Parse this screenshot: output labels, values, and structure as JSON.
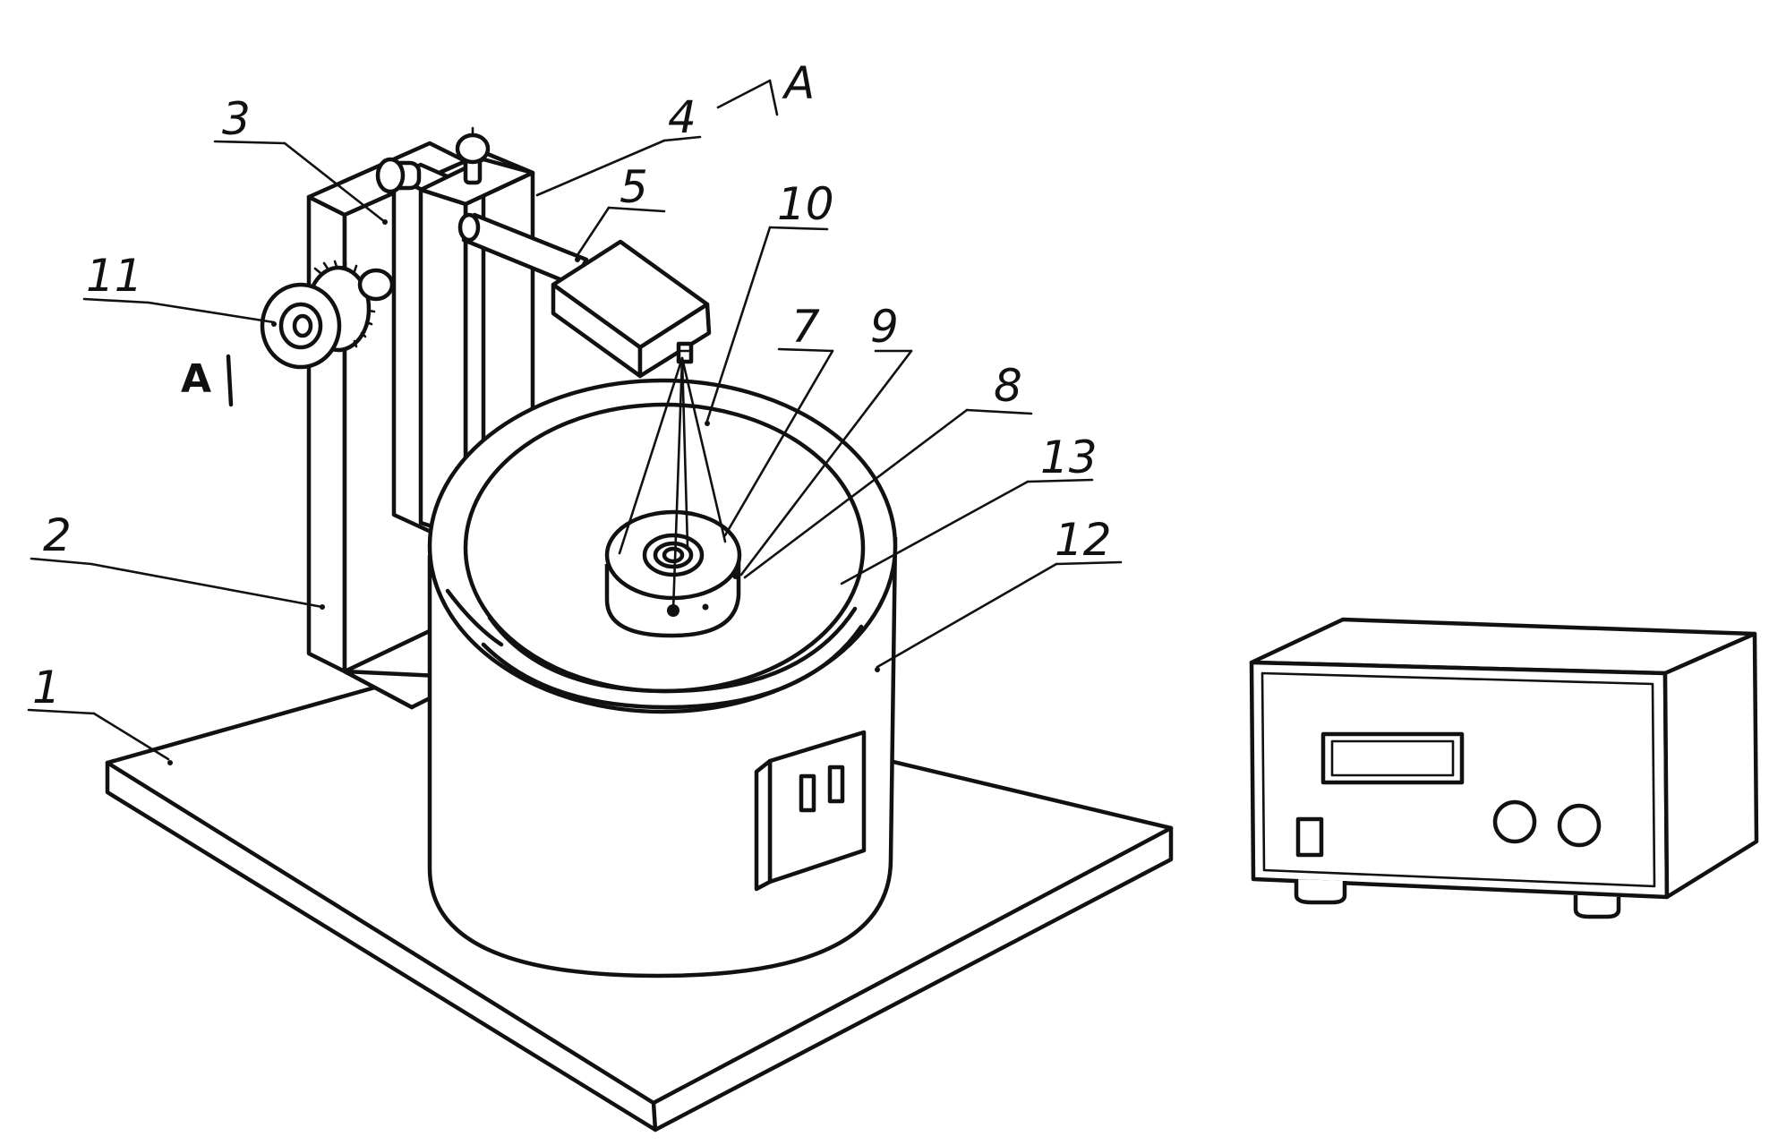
{
  "figure": {
    "stroke_color": "#111111",
    "background": "#ffffff",
    "labels": {
      "base": "1",
      "column": "2",
      "slider": "3",
      "arm": "4",
      "laser_head": "5",
      "sample": "7",
      "ring": "8",
      "pin": "9",
      "beam": "10",
      "knob": "11",
      "vessel": "12",
      "rim": "13",
      "section_top": "A",
      "section_left": "A"
    }
  }
}
